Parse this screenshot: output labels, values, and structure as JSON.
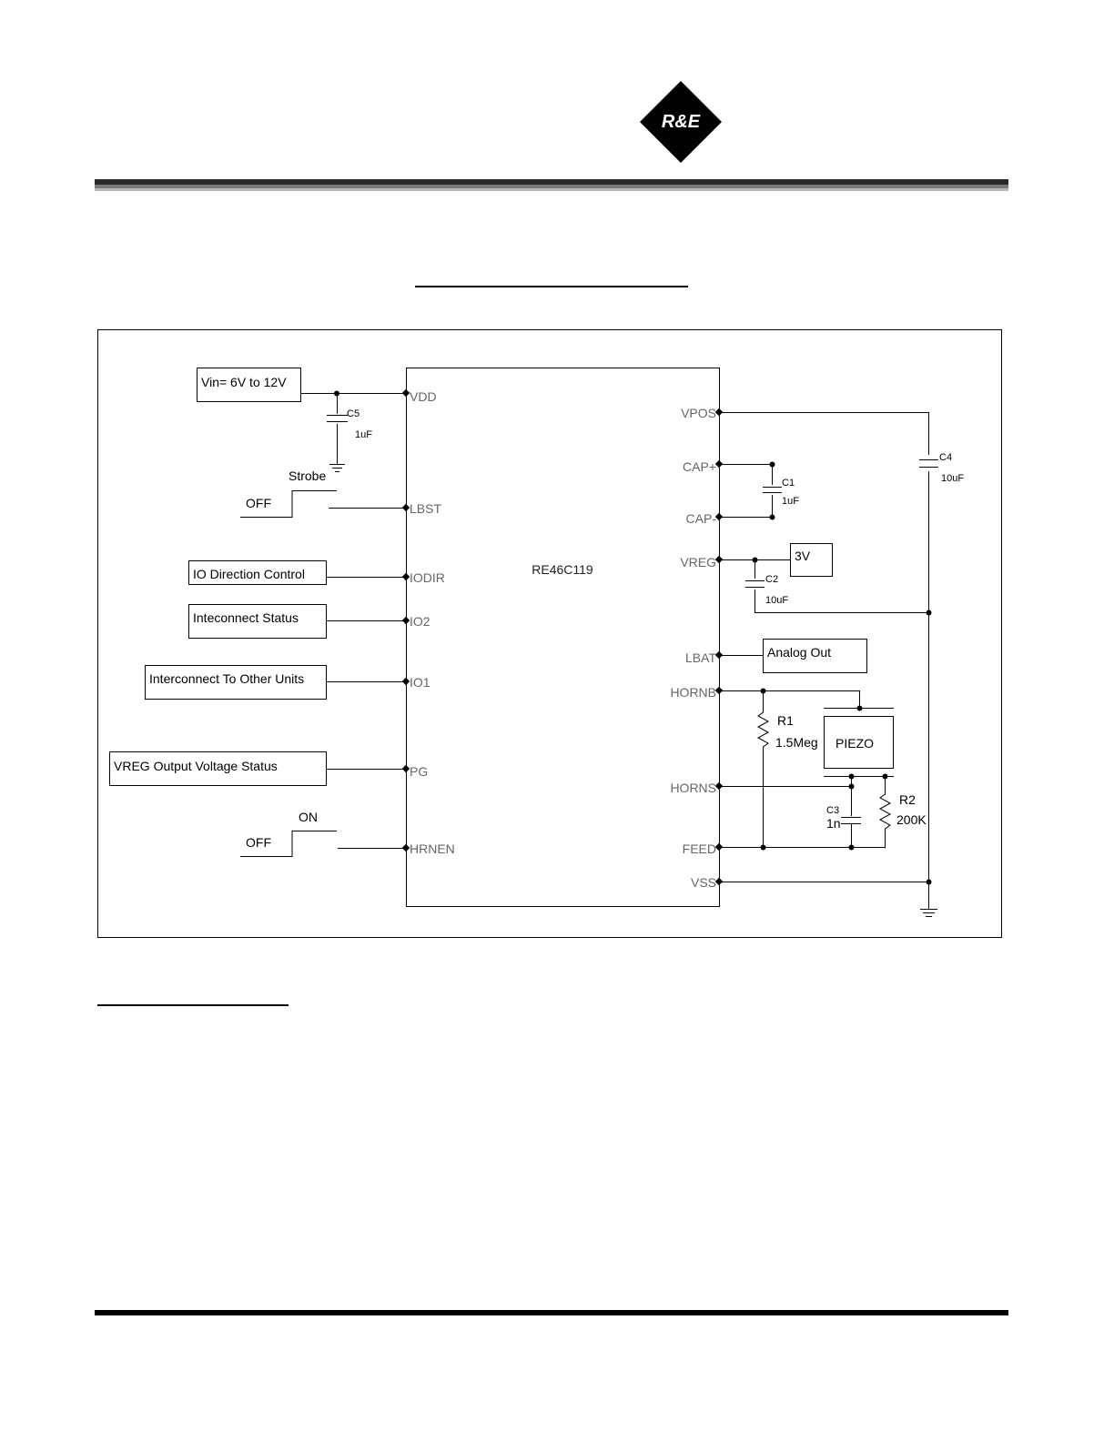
{
  "logo": {
    "text": "R&E"
  },
  "chip": {
    "name": "RE46C119"
  },
  "pins_left": {
    "vdd": "VDD",
    "lbst": "LBST",
    "iodir": "IODIR",
    "io2": "IO2",
    "io1": "IO1",
    "pg": "PG",
    "hrnen": "HRNEN"
  },
  "pins_right": {
    "vpos": "VPOS",
    "capp": "CAP+",
    "capm": "CAP-",
    "vreg": "VREG",
    "lbat": "LBAT",
    "hornb": "HORNB",
    "horns": "HORNS",
    "feed": "FEED",
    "vss": "VSS"
  },
  "boxes": {
    "vin": "Vin= 6V to 12V",
    "iodir": "IO Direction Control",
    "io2": "Inteconnect Status",
    "io1": "Interconnect To Other Units",
    "pg": "VREG Output Voltage Status",
    "v3": "3V",
    "analog": "Analog Out",
    "piezo": "PIEZO"
  },
  "signals": {
    "strobe": "Strobe",
    "off1": "OFF",
    "on": "ON",
    "off2": "OFF"
  },
  "components": {
    "c5": {
      "name": "C5",
      "value": "1uF"
    },
    "c1": {
      "name": "C1",
      "value": "1uF"
    },
    "c2": {
      "name": "C2",
      "value": "10uF"
    },
    "c4": {
      "name": "C4",
      "value": "10uF"
    },
    "c3": {
      "name": "C3",
      "value": "1n"
    },
    "r1": {
      "name": "R1",
      "value": "1.5Meg"
    },
    "r2": {
      "name": "R2",
      "value": "200K"
    }
  }
}
